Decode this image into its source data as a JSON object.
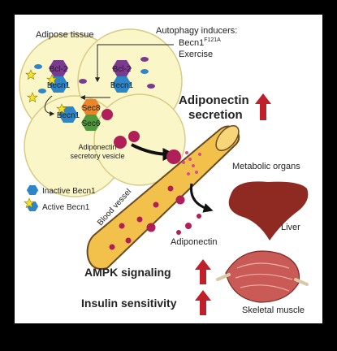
{
  "colors": {
    "background": "#000000",
    "panel": "#ffffff",
    "cell_fill": "#fbf6c8",
    "cell_stroke": "#d7cc86",
    "bcl2": "#7a3b8f",
    "becn1": "#2e86c9",
    "sec8": "#e8872a",
    "sec6": "#4f9a3a",
    "vesicle": "#b01f58",
    "vessel_fill": "#f2c14c",
    "vessel_stroke": "#6b4a1f",
    "organ": "#8e2a22",
    "muscle": "#c95a55",
    "arrow_up": "#c0202a",
    "star": "#f5e22a"
  },
  "labels": {
    "adipose_tissue": "Adipose tissue",
    "autophagy_title": "Autophagy inducers:",
    "becn1_mutant_base": "Becn1",
    "becn1_mutant_sup": "F121A",
    "exercise": "Exercise",
    "bcl2": "Bcl-2",
    "becn1": "Becn1",
    "sec8": "Sec8",
    "sec6": "Sec6",
    "vesicle_line1": "Adiponectin",
    "vesicle_line2": "secretory vesicle",
    "secretion_line1": "Adiponectin",
    "secretion_line2": "secretion",
    "legend_inactive": "Inactive Becn1",
    "legend_active": "Active Becn1",
    "blood_vessel": "Blood vessel",
    "metabolic_organs": "Metabolic organs",
    "liver": "Liver",
    "adiponectin": "Adiponectin",
    "ampk": "AMPK signaling",
    "insulin": "Insulin sensitivity",
    "skeletal_muscle": "Skeletal muscle"
  },
  "icons": [
    "up-arrow-icon",
    "star-icon",
    "hexagon-icon",
    "liver-icon",
    "muscle-icon"
  ]
}
